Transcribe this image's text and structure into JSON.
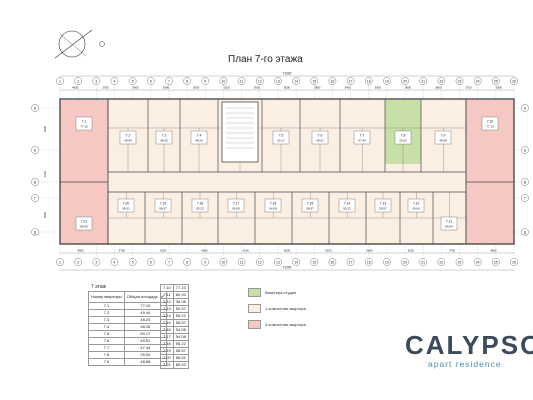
{
  "plan": {
    "title": "План 7-го этажа",
    "overall_dimension": "71000",
    "axis_numbers": [
      "1",
      "2",
      "3",
      "4",
      "5",
      "6",
      "7",
      "8",
      "9",
      "10",
      "11",
      "12",
      "13",
      "14",
      "15",
      "16",
      "17",
      "18",
      "19",
      "20",
      "21",
      "22",
      "23",
      "24",
      "25",
      "26"
    ],
    "axis_letters": [
      "А",
      "Б",
      "В",
      "Г",
      "Д"
    ],
    "top_dimensions": [
      "4600",
      "3700",
      "3600",
      "3900",
      "3000",
      "3200",
      "3600",
      "3500",
      "3800",
      "3400",
      "3900",
      "3600",
      "3800",
      "3700",
      "3900"
    ],
    "bottom_dimensions": [
      "4600",
      "3700",
      "6100",
      "6000",
      "6100",
      "6000",
      "6100",
      "6000",
      "6100",
      "3700",
      "4600"
    ],
    "side_dimensions": [
      "6900",
      "1600",
      "6900"
    ],
    "top_units": [
      {
        "number": "7.1",
        "area": "77.10"
      },
      {
        "number": "7.2",
        "area": "49.44"
      },
      {
        "number": "7.3",
        "area": "48.25"
      },
      {
        "number": "7.4",
        "area": "48.26"
      },
      {
        "number": "7.5",
        "area": "50.17"
      },
      {
        "number": "7.6",
        "area": "49.51"
      },
      {
        "number": "7.7",
        "area": "47.44"
      },
      {
        "number": "7.8",
        "area": "25.00"
      },
      {
        "number": "7.9",
        "area": "48.88"
      },
      {
        "number": "7.10",
        "area": "77.10"
      }
    ],
    "bottom_units": [
      {
        "number": "7.21",
        "area": "80.93"
      },
      {
        "number": "7.20",
        "area": "56.51"
      },
      {
        "number": "7.19",
        "area": "58.57"
      },
      {
        "number": "7.18",
        "area": "55.22"
      },
      {
        "number": "7.17",
        "area": "54.08"
      },
      {
        "number": "7.16",
        "area": "54.08"
      },
      {
        "number": "7.15",
        "area": "58.57"
      },
      {
        "number": "7.14",
        "area": "55.22"
      },
      {
        "number": "7.13",
        "area": "50.57"
      },
      {
        "number": "7.12",
        "area": "36.06"
      },
      {
        "number": "7.11",
        "area": "80.94"
      }
    ],
    "colors": {
      "studio": "#c9dfa8",
      "one_room": "#fbeee3",
      "three_room": "#f6c8c3",
      "wall": "#4a4a4a",
      "grid": "#aaaaaa"
    }
  },
  "table": {
    "floor_label": "7 этаж",
    "headers": [
      "Номер квартиры",
      "Общая площадь, м²"
    ],
    "left_rows": [
      [
        "7.1",
        "77.10"
      ],
      [
        "7.2",
        "49.44"
      ],
      [
        "7.3",
        "48.25"
      ],
      [
        "7.4",
        "48.26"
      ],
      [
        "7.5",
        "50.17"
      ],
      [
        "7.6",
        "49.51"
      ],
      [
        "7.7",
        "47.44"
      ],
      [
        "7.8",
        "25.00"
      ],
      [
        "7.9",
        "48.88"
      ]
    ],
    "right_rows": [
      [
        "7.10",
        "77.10"
      ],
      [
        "7.11",
        "80.94"
      ],
      [
        "7.12",
        "36.06"
      ],
      [
        "7.13",
        "50.57"
      ],
      [
        "7.14",
        "55.22"
      ],
      [
        "7.15",
        "58.57"
      ],
      [
        "7.16",
        "54.08"
      ],
      [
        "7.17",
        "54.08"
      ],
      [
        "7.18",
        "55.22"
      ],
      [
        "7.19",
        "58.57"
      ],
      [
        "7.20",
        "56.51"
      ],
      [
        "7.21",
        "80.93"
      ]
    ]
  },
  "legend": [
    {
      "label": "Квартира-студия",
      "color": "#c9dfa8"
    },
    {
      "label": "1-комнатная квартира",
      "color": "#fbeee3"
    },
    {
      "label": "3-комнатная квартира",
      "color": "#f6c8c3"
    }
  ],
  "brand": {
    "name": "CALYPSO",
    "subtitle": "apart residence"
  }
}
